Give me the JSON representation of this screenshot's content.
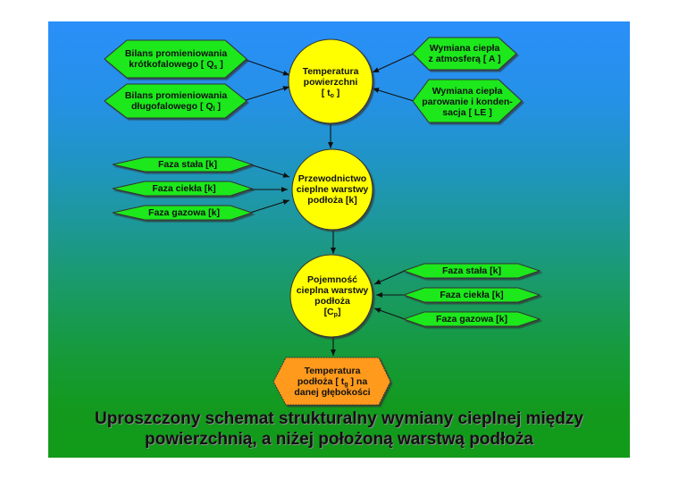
{
  "diagram": {
    "title_line1": "Uproszczony schemat strukturalny wymiany cieplnej między",
    "title_line2": "powierzchnią, a niżej położoną warstwą podłoża",
    "colors": {
      "background_top": "#2a8ffa",
      "background_bottom": "#129a18",
      "input_node": "#1ee81e",
      "process_node": "#ffff00",
      "output_node": "#ff9a1a"
    },
    "nodes": {
      "surface_temp": {
        "line1": "Temperatura",
        "line2": "powierzchni",
        "line3_pre": "[ t",
        "line3_sub": "o",
        "line3_post": " ]"
      },
      "shortwave": {
        "line1": "Bilans promieniowania",
        "line2_pre": "krótkofalowego [ Q",
        "line2_sub": "s",
        "line2_post": " ]"
      },
      "longwave": {
        "line1": "Bilans promieniowania",
        "line2_pre": "długofalowego [ Q",
        "line2_sub": "l",
        "line2_post": " ]"
      },
      "atmosphere": {
        "line1": "Wymiana ciepła",
        "line2": "z atmosferą [ A ]"
      },
      "evaporation": {
        "line1": "Wymiana ciepła",
        "line2": "parowanie i konden-",
        "line3": "sacja [ LE ]"
      },
      "conductivity": {
        "line1": "Przewodnictwo",
        "line2": "cieplne warstwy",
        "line3": "podłoża [k]"
      },
      "cond_solid": "Faza stała [k]",
      "cond_liquid": "Faza ciekła [k]",
      "cond_gas": "Faza gazowa [k]",
      "capacity": {
        "line1": "Pojemność",
        "line2": "cieplna warstwy",
        "line3": "podłoża",
        "line4_pre": "[C",
        "line4_sub": "p",
        "line4_post": "]"
      },
      "cap_solid": "Faza stała [k]",
      "cap_liquid": "Faza ciekła [k]",
      "cap_gas": "Faza gazowa [k]",
      "ground_temp": {
        "line1": "Temperatura",
        "line2_pre": "podłoża  [ t",
        "line2_sub": "g",
        "line2_post": " ]  na",
        "line3": "danej głębokości"
      }
    }
  }
}
